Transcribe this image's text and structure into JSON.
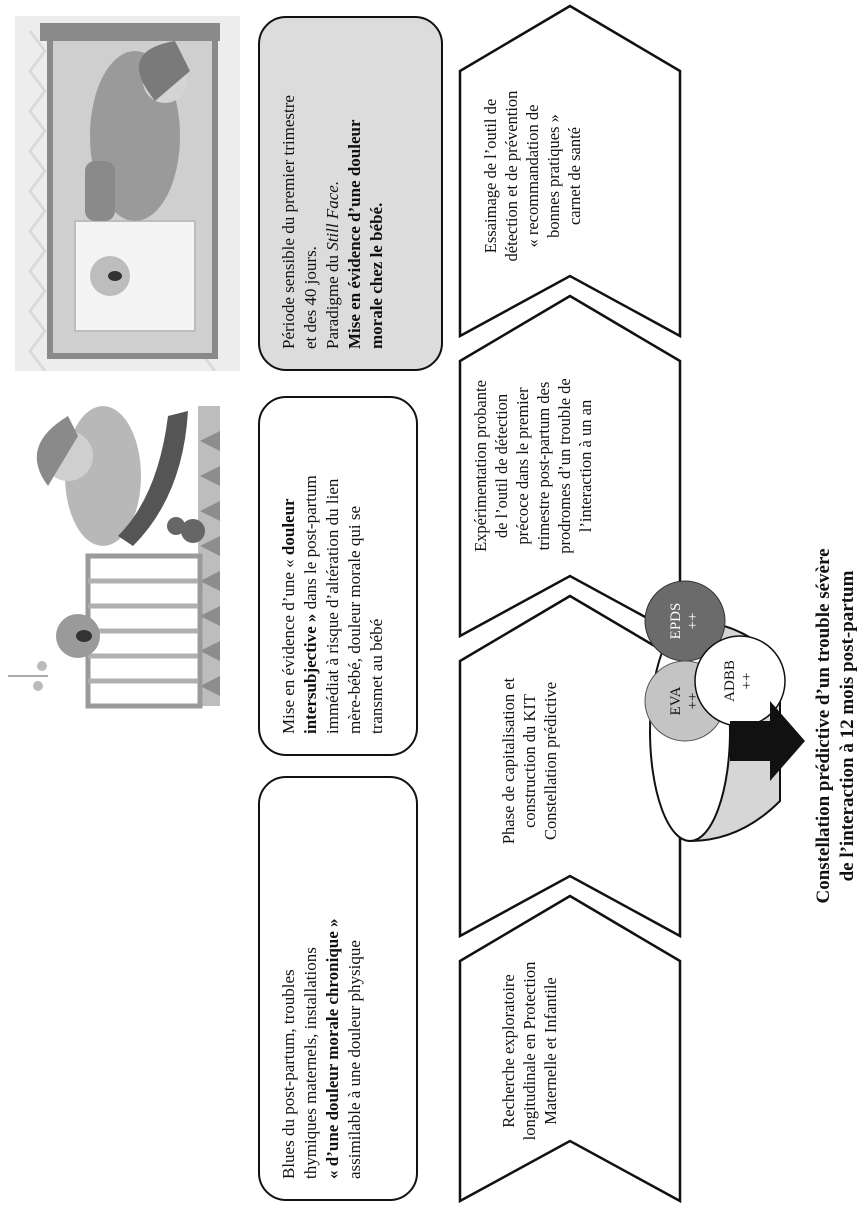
{
  "boxes": {
    "b1_l1": "Blues du post-partum, troubles",
    "b1_l2": "thymiques maternels, installations",
    "b1_l3": "« d’une douleur morale chronique »",
    "b1_l4": "assimilable à une douleur physique",
    "b2_l1a": "Mise en évidence d’une « ",
    "b2_l1b": "douleur",
    "b2_l2a": "intersubjective »",
    "b2_l2b": " dans le post-partum",
    "b2_l3": "immédiat à risque d’altération du lien",
    "b2_l4": "mère-bébé, douleur morale qui se",
    "b2_l5": "transmet au bébé",
    "b3_l1": "Période sensible du premier trimestre",
    "b3_l2": "et des 40 jours.",
    "b3_l3a": "Paradigme du ",
    "b3_l3b": "Still Face.",
    "b3_l4": "Mise en évidence d’une douleur",
    "b3_l5": "morale chez le bébé."
  },
  "chevrons": {
    "c1_l1": "Recherche exploratoire",
    "c1_l2": "longitudinale en Protection",
    "c1_l3": "Maternelle et Infantile",
    "c2_l1": "Phase de capitalisation et",
    "c2_l2": "construction du KIT",
    "c2_l3": "Constellation prédictive",
    "c3_l1": "Expérimentation probante",
    "c3_l2": "de l’outil de détection",
    "c3_l3": "précoce dans le premier",
    "c3_l4": "trimestre post-partum des",
    "c3_l5": "prodromes d’un trouble de",
    "c3_l6": "l’interaction à un an",
    "c4_l1": "Essaimage de l’outil de",
    "c4_l2": "détection et de prévention",
    "c4_l3": "« recommandation de",
    "c4_l4": "bonnes pratiques »",
    "c4_l5": "carnet de santé"
  },
  "funnel": {
    "epds": "EPDS",
    "epds_mark": "++",
    "eva": "EVA",
    "eva_mark": "++",
    "adbb": "ADBB",
    "adbb_mark": "++"
  },
  "conclusion": {
    "line1": "Constellation prédictive d’un trouble sévère",
    "line2": "de l’interaction à 12 mois post-partum"
  },
  "colors": {
    "grey_box": "#dcdcdc",
    "chevron_fill": "#ffffff",
    "epds_circle": "#6b6b6b",
    "eva_circle": "#c4c4c4",
    "funnel_fill": "#d6d6d6"
  }
}
